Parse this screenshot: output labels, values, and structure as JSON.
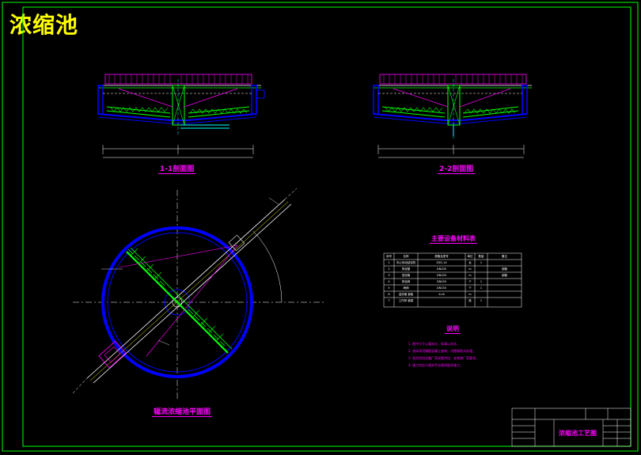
{
  "drawing": {
    "title": "浓缩池",
    "section_1_label": "1-1剖面图",
    "section_2_label": "2-2剖面图",
    "plan_label": "辐流浓缩池平面图",
    "equipment_table_title": "主要设备材料表",
    "notes_title": "说明",
    "notes": [
      "1. 图中尺寸以毫米计，标高以米计。",
      "2. 池体采用钢筋混凝土结构，内壁做防水处理。",
      "3. 刮泥机由设备厂家成套供应，安装按厂家要求。",
      "4. 施工时应与相关专业图纸配合施工。"
    ],
    "title_block_name": "浓缩池工艺图"
  },
  "equipment_table": {
    "headers": [
      "序号",
      "名称",
      "规格及型号",
      "单位",
      "数量",
      "备注"
    ],
    "rows": [
      [
        "1",
        "中心传动刮泥机",
        "ZXG-14",
        "台",
        "1",
        ""
      ],
      [
        "2",
        "排泥管",
        "DN200",
        "m",
        "",
        "钢管"
      ],
      [
        "3",
        "进泥管",
        "DN150",
        "m",
        "",
        "钢管"
      ],
      [
        "4",
        "排泥阀",
        "DN200",
        "个",
        "1",
        ""
      ],
      [
        "5",
        "闸阀",
        "DN150",
        "个",
        "1",
        ""
      ],
      [
        "6",
        "溢流堰 钢板",
        "δ=6",
        "m",
        "",
        ""
      ],
      [
        "7",
        "工作桥 钢梁",
        "",
        "座",
        "1",
        ""
      ]
    ]
  },
  "colors": {
    "frame": "#00ff00",
    "structure": "#0000ff",
    "truss": "#00ff00",
    "railing": "#ff00ff",
    "dimension": "#00ffff",
    "text": "#ffffff",
    "title": "#ffff00"
  }
}
